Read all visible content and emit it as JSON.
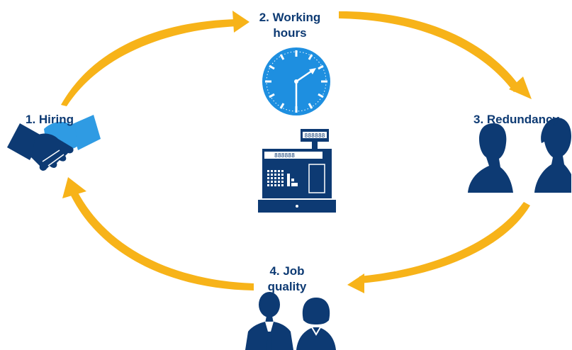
{
  "stages": [
    {
      "number": "1.",
      "label": "Hiring",
      "text": "1. Hiring"
    },
    {
      "number": "2.",
      "label": "Working hours",
      "line1": "2. Working",
      "line2": "hours"
    },
    {
      "number": "3.",
      "label": "Redundancy",
      "text": "3. Redundancy"
    },
    {
      "number": "4.",
      "label": "Job quality",
      "line1": "4. Job",
      "line2": "quality"
    }
  ],
  "register_display": "888888",
  "colors": {
    "arrow": "#f7b319",
    "navy": "#0d3a73",
    "clock_blue": "#1e8fe0",
    "hand_light": "#2f9be3",
    "text": "#0d3a73"
  },
  "icons": [
    "handshake-icon",
    "clock-icon",
    "cash-register-icon",
    "two-men-icon",
    "man-woman-icon"
  ]
}
